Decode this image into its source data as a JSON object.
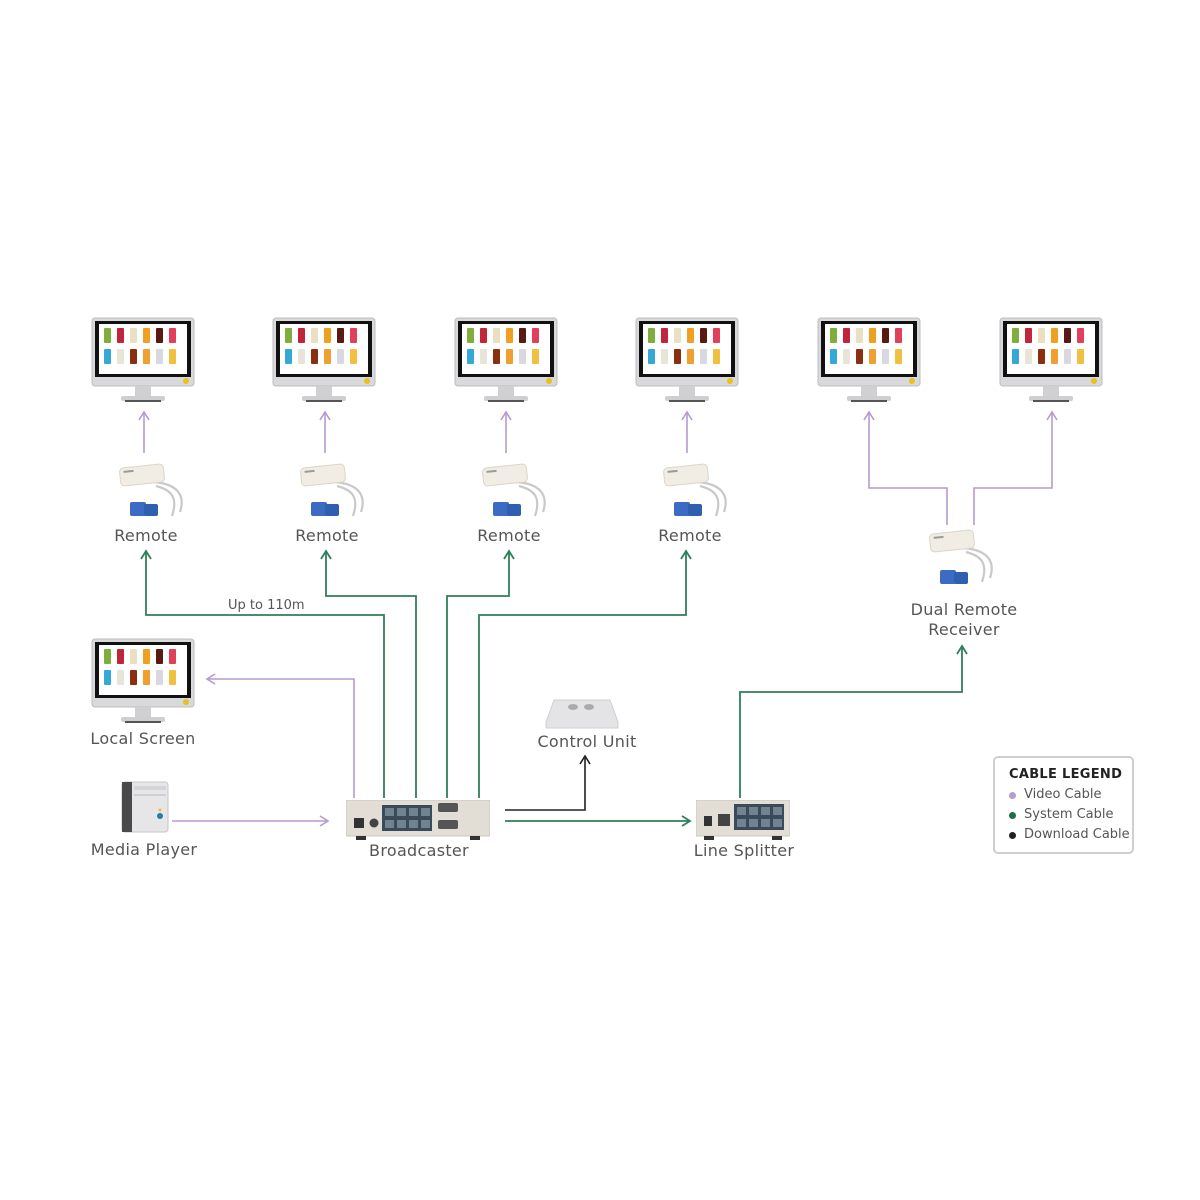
{
  "colors": {
    "video": "#b79ad0",
    "system": "#2f7f5a",
    "download": "#222222"
  },
  "monitors": [
    {
      "id": "monitor-1"
    },
    {
      "id": "monitor-2"
    },
    {
      "id": "monitor-3"
    },
    {
      "id": "monitor-4"
    },
    {
      "id": "monitor-5"
    },
    {
      "id": "monitor-6"
    }
  ],
  "remotes": [
    {
      "label": "Remote"
    },
    {
      "label": "Remote"
    },
    {
      "label": "Remote"
    },
    {
      "label": "Remote"
    }
  ],
  "labels": {
    "distance": "Up to 110m",
    "dual_remote": "Dual Remote",
    "dual_remote_2": "Receiver",
    "local_screen": "Local Screen",
    "media_player": "Media Player",
    "broadcaster": "Broadcaster",
    "control_unit": "Control Unit",
    "line_splitter": "Line Splitter"
  },
  "legend": {
    "title": "CABLE LEGEND",
    "items": [
      {
        "label": "Video Cable",
        "color": "#b79ad0"
      },
      {
        "label": "System Cable",
        "color": "#1f6e45"
      },
      {
        "label": "Download Cable",
        "color": "#222222"
      }
    ]
  }
}
